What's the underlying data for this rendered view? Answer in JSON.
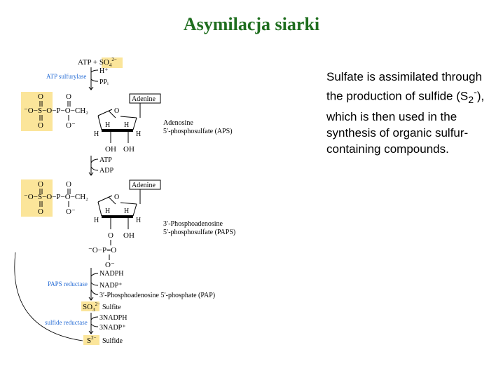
{
  "title": "Asymilacja siarki",
  "description": {
    "before": "Sulfate is assimilated through the production of sulfide (S",
    "sub": "2",
    "sup": "-",
    "after": "), which is then used in the synthesis of organic sulfur-containing compounds."
  },
  "diagram": {
    "step1": {
      "in": "ATP + SO",
      "in_sub": "4",
      "in_sup": "2−",
      "out1": "H⁺",
      "out2": "PPᵢ",
      "enzyme": "ATP sulfurylase"
    },
    "aps": {
      "name1": "Adenosine",
      "name2": "5′-phosphosulfate (APS)",
      "adenine": "Adenine",
      "ring_oh1": "OH",
      "ring_oh2": "OH"
    },
    "step2": {
      "in": "ATP",
      "out": "ADP"
    },
    "paps": {
      "name1": "3′-Phosphoadenosine",
      "name2": "5′-phosphosulfate (PAPS)",
      "adenine": "Adenine",
      "ring_o": "O",
      "ring_oh": "OH"
    },
    "step3": {
      "in": "NADPH",
      "out1": "NADP⁺",
      "out2": "3′-Phosphoadenosine 5′-phosphate (PAP)",
      "enzyme": "PAPS reductase"
    },
    "sulfite": {
      "formula": "SO",
      "sub": "3",
      "sup": "2−",
      "name": "Sulfite"
    },
    "step4": {
      "in": "3NADPH",
      "out": "3NADP⁺",
      "enzyme": "sulfide reductase"
    },
    "sulfide": {
      "formula": "S",
      "sup": "2−",
      "name": "Sulfide"
    },
    "highlight_color": "#fbe59a"
  }
}
